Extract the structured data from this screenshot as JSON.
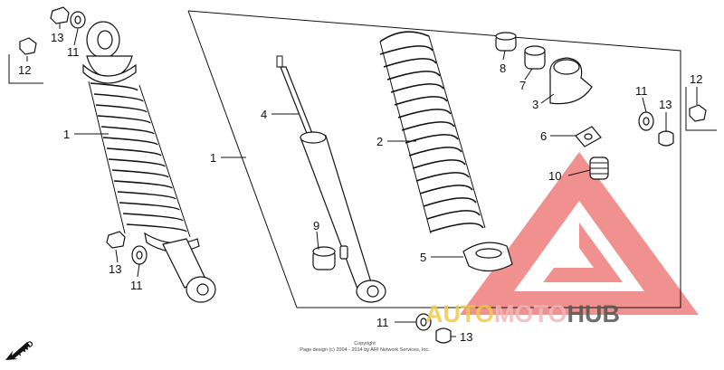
{
  "callouts": {
    "p1_left": "1",
    "p1_frame": "1",
    "p2": "2",
    "p3": "3",
    "p4": "4",
    "p5": "5",
    "p6": "6",
    "p7": "7",
    "p8": "8",
    "p9": "9",
    "p10": "10",
    "p11_top": "11",
    "p11_mid": "11",
    "p11_right": "11",
    "p11_bottom": "11",
    "p12_left": "12",
    "p12_right": "12",
    "p13_top": "13",
    "p13_mid": "13",
    "p13_right": "13",
    "p13_bottom": "13"
  },
  "orientation": {
    "arrow_label": "FWD"
  },
  "copyright": {
    "line1": "Copyright",
    "line2": "Page design (c) 2004 - 2014 by ARI Network Services, Inc."
  },
  "watermark": {
    "part_a": "AUTO",
    "part_b": "MOTO",
    "part_c": "HUB",
    "color_a": "#f2c94c",
    "color_b": "#f5b7b7",
    "color_c": "#555555",
    "logo_color": "#e53935"
  }
}
